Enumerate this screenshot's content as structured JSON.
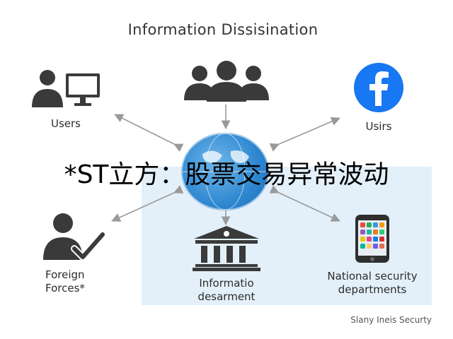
{
  "title": "Information Dissisination",
  "banner": "*ST立方：股票交易异常波动",
  "caption": "Slany Ineis Securty",
  "nodes": {
    "users": "Users",
    "facebook": "Usirs",
    "foreign": [
      "Foreign",
      "Forces*"
    ],
    "department": [
      "Informatio",
      "desarment"
    ],
    "security": [
      "National security",
      "departments"
    ]
  },
  "colors": {
    "icon_dark": "#3a3a3a",
    "facebook_blue": "#1877f2",
    "globe_blue": "#2d86cf",
    "panel_bg": "#e3f0fa",
    "arrow_gray": "#9a9a9a"
  },
  "icons": [
    "user-computer-icon",
    "group-icon",
    "facebook-icon",
    "globe-icon",
    "person-check-icon",
    "institution-icon",
    "smartphone-icon"
  ]
}
